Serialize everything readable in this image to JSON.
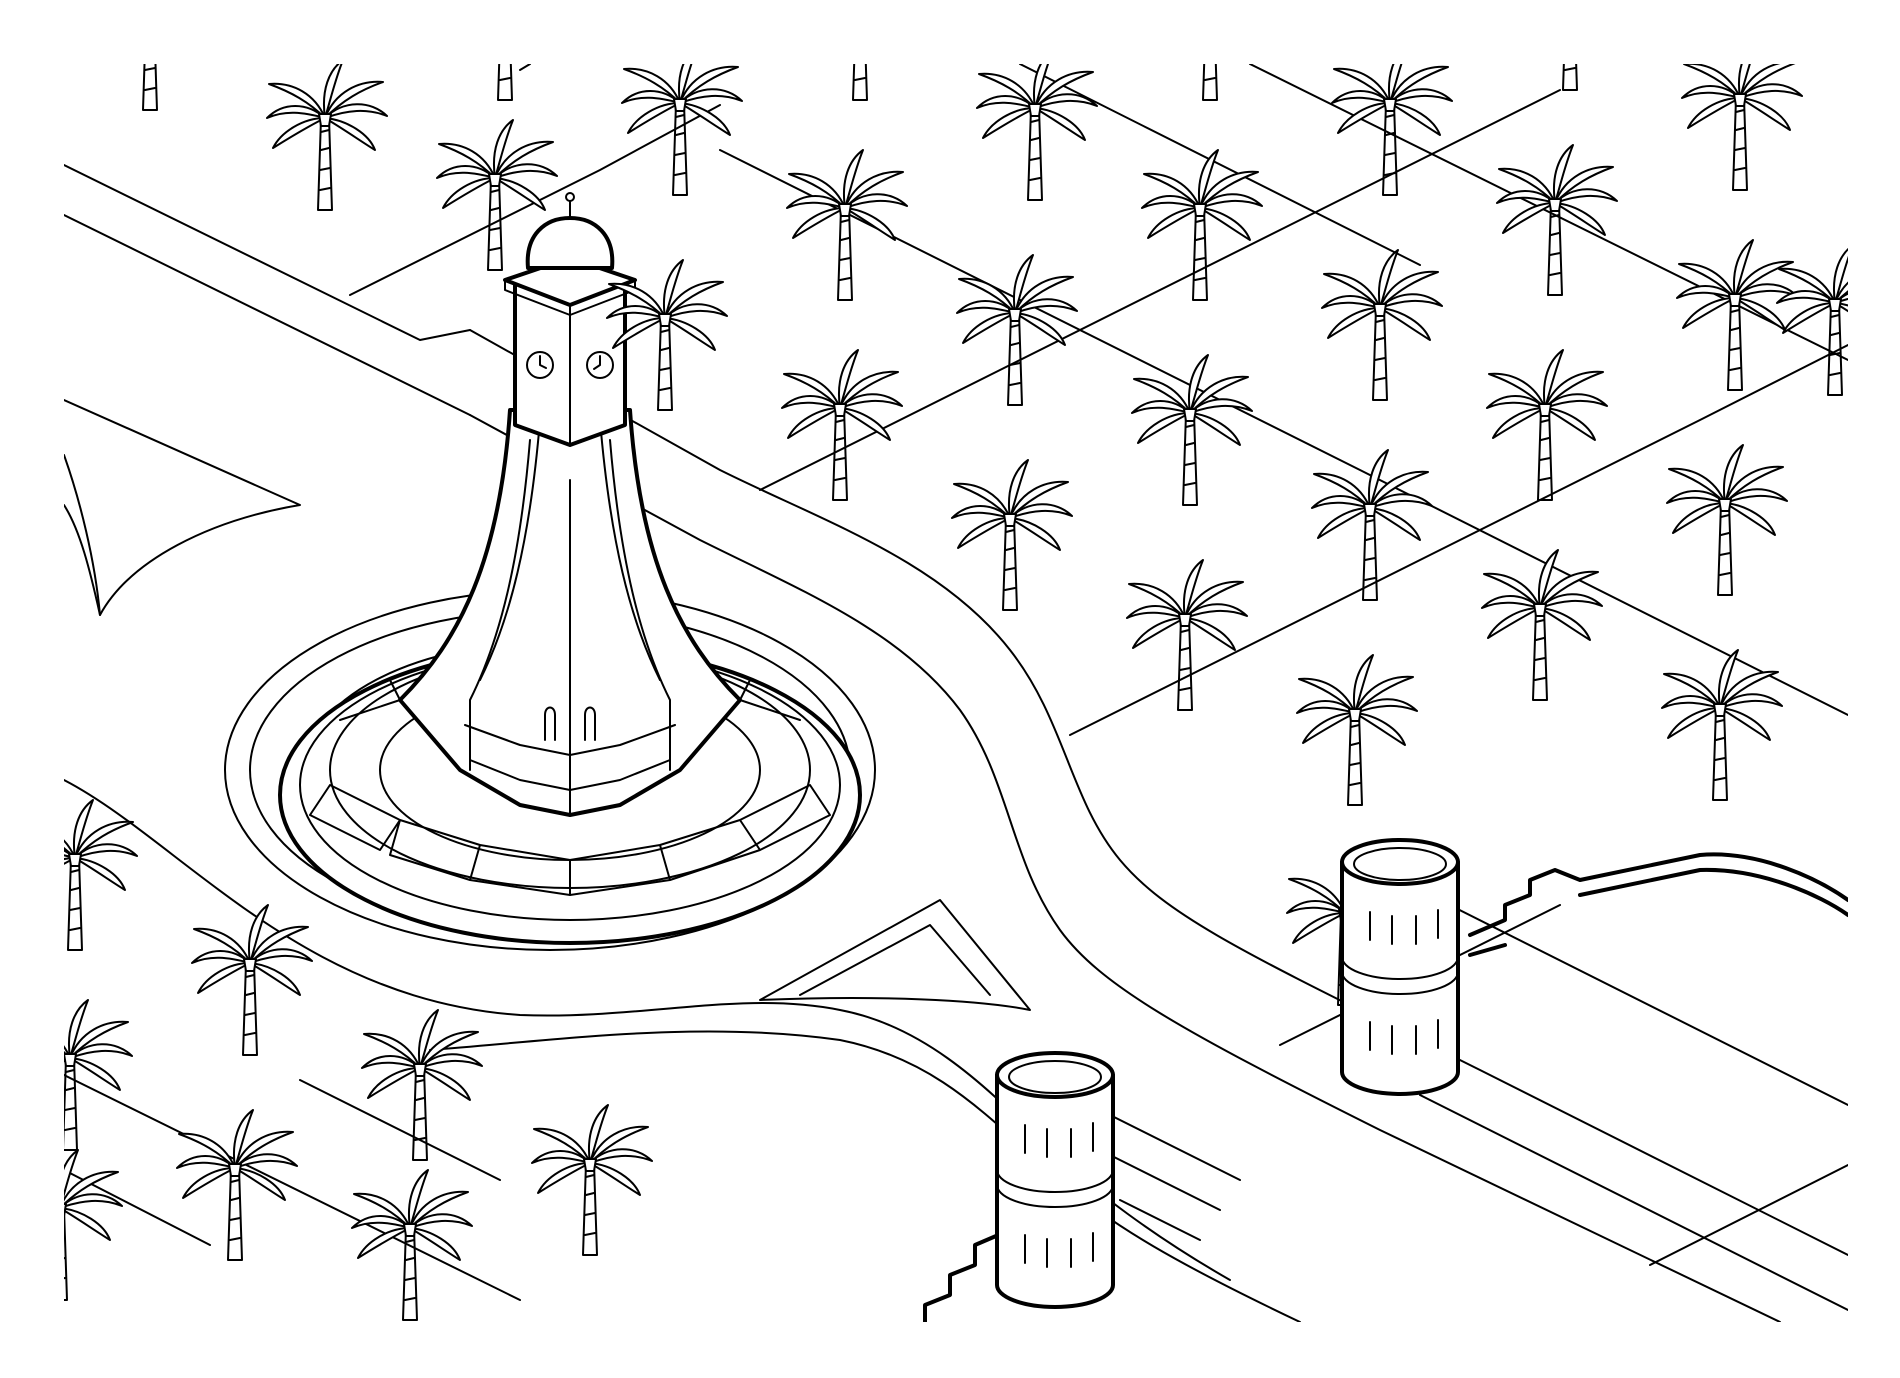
{
  "illustration": {
    "style": "line-art",
    "ink_color": "#000000",
    "paper_color": "#ffffff",
    "subjects": [
      "clock-tower",
      "roundabout",
      "palm-trees",
      "gate-pillars"
    ]
  }
}
